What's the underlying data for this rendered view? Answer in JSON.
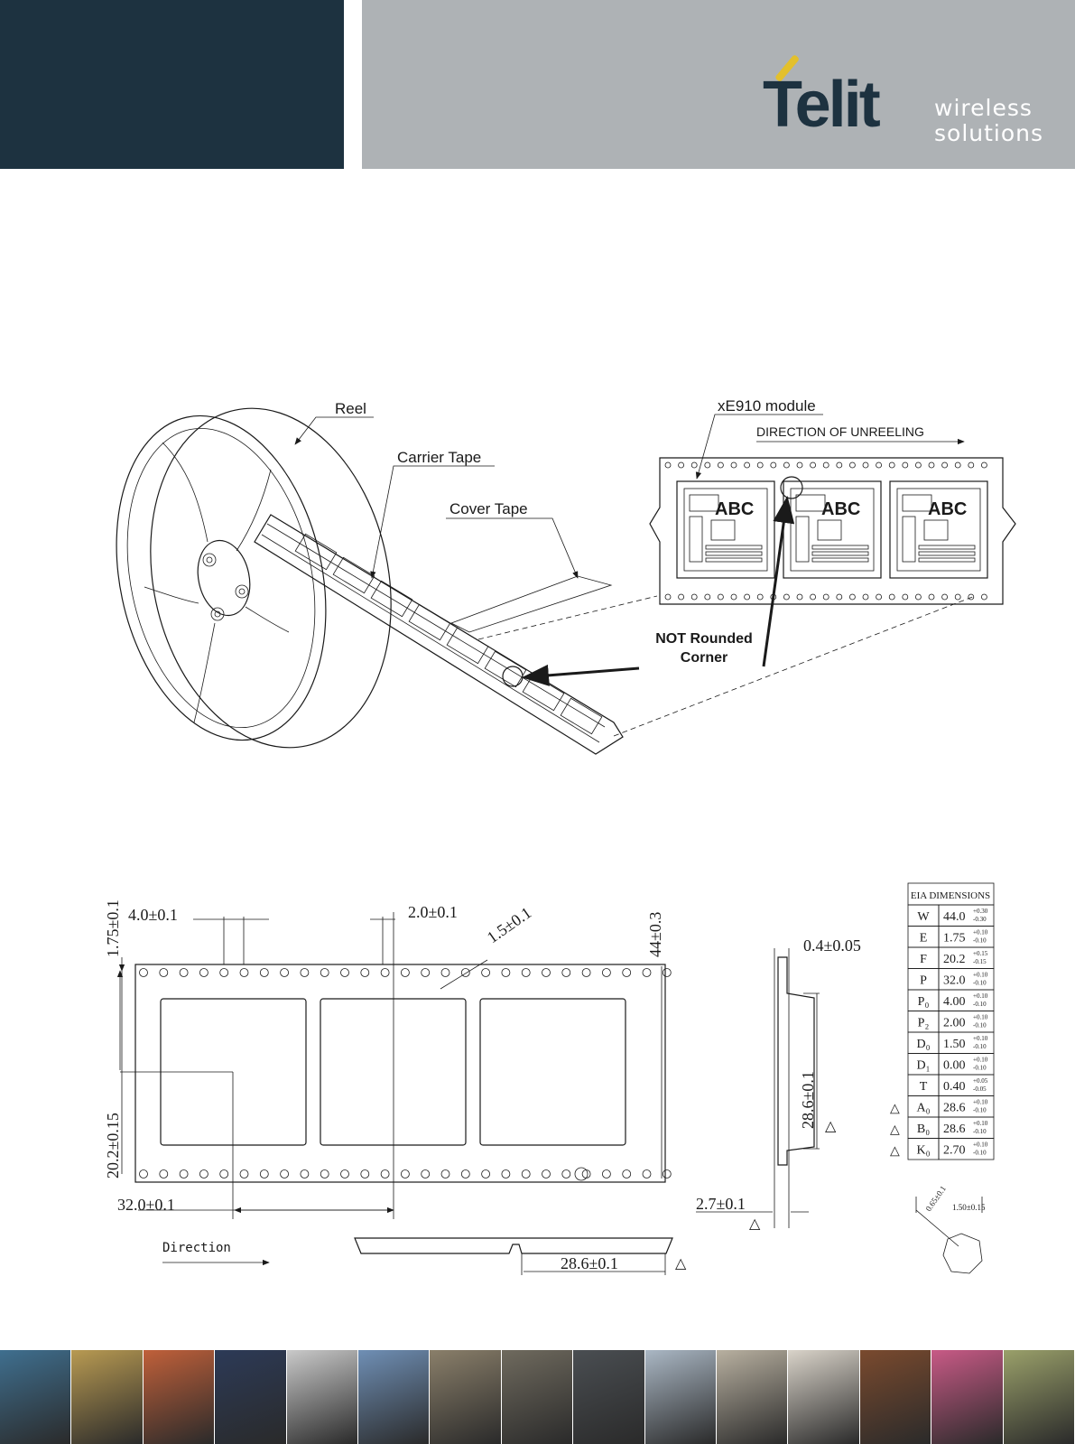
{
  "header": {
    "logo_text": "Telit",
    "tagline_line1": "wireless",
    "tagline_line2": "solutions",
    "colors": {
      "dark_block": "#1d3240",
      "grey_block": "#aeb2b5",
      "accent": "#e3c02c"
    }
  },
  "reel_diagram": {
    "reel_label": "Reel",
    "carrier_tape_label": "Carrier Tape",
    "cover_tape_label": "Cover Tape",
    "module_label": "xE910 module",
    "direction_label": "DIRECTION OF UNREELING",
    "corner_label_line1": "NOT Rounded",
    "corner_label_line2": "Corner",
    "module_marking": "ABC"
  },
  "tape_drawing": {
    "dim_e": "1.75±0.1",
    "dim_p0": "4.0±0.1",
    "dim_p2": "2.0±0.1",
    "dim_d0": "1.5±0.1",
    "dim_w": "44±0.3",
    "dim_f": "20.2±0.15",
    "dim_p": "32.0±0.1",
    "dim_t": "0.4±0.05",
    "dim_a0": "28.6±0.1",
    "dim_k0": "2.7±0.1",
    "dim_b0": "28.6±0.1",
    "direction_label": "Direction",
    "detail_dim_1": "0.65±0.1",
    "detail_dim_2": "1.50±0.15"
  },
  "eia_table": {
    "title": "EIA DIMENSIONS",
    "rows": [
      {
        "sym": "W",
        "val": "44.0",
        "tol_up": "+0.30",
        "tol_dn": "-0.30",
        "marked": false
      },
      {
        "sym": "E",
        "val": "1.75",
        "tol_up": "+0.10",
        "tol_dn": "-0.10",
        "marked": false
      },
      {
        "sym": "F",
        "val": "20.2",
        "tol_up": "+0.15",
        "tol_dn": "-0.15",
        "marked": false
      },
      {
        "sym": "P",
        "val": "32.0",
        "tol_up": "+0.10",
        "tol_dn": "-0.10",
        "marked": false
      },
      {
        "sym": "P₀",
        "val": "4.00",
        "tol_up": "+0.10",
        "tol_dn": "-0.10",
        "marked": false
      },
      {
        "sym": "P₂",
        "val": "2.00",
        "tol_up": "+0.10",
        "tol_dn": "-0.10",
        "marked": false
      },
      {
        "sym": "D₀",
        "val": "1.50",
        "tol_up": "+0.10",
        "tol_dn": "-0.10",
        "marked": false
      },
      {
        "sym": "D₁",
        "val": "0.00",
        "tol_up": "+0.10",
        "tol_dn": "-0.10",
        "marked": false
      },
      {
        "sym": "T",
        "val": "0.40",
        "tol_up": "+0.05",
        "tol_dn": "-0.05",
        "marked": false
      },
      {
        "sym": "A₀",
        "val": "28.6",
        "tol_up": "+0.10",
        "tol_dn": "-0.10",
        "marked": true
      },
      {
        "sym": "B₀",
        "val": "28.6",
        "tol_up": "+0.10",
        "tol_dn": "-0.10",
        "marked": true
      },
      {
        "sym": "K₀",
        "val": "2.70",
        "tol_up": "+0.10",
        "tol_dn": "-0.10",
        "marked": true
      }
    ]
  },
  "footer_colors": [
    "#3f6f8f",
    "#b89a52",
    "#c0603a",
    "#2c3a57",
    "#c9c9c9",
    "#6f8fb5",
    "#8a7f6a",
    "#6f6a5e",
    "#4a4e52",
    "#aab7c4",
    "#b8b0a0",
    "#d9d3c9",
    "#7a4a2e",
    "#c85a86",
    "#9aa06a"
  ]
}
